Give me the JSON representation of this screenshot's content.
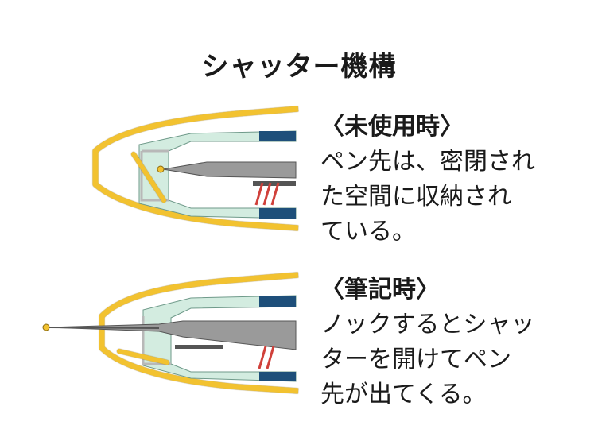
{
  "title": "シャッター機構",
  "states": [
    {
      "heading": "〈未使用時〉",
      "lines": [
        "ペン先は、密閉され",
        "た空間に収納され",
        "ている。"
      ]
    },
    {
      "heading": "〈筆記時〉",
      "lines": [
        "ノックするとシャッ",
        "ターを開けてペン",
        "先が出てくる。"
      ]
    }
  ],
  "colors": {
    "barrel_gold": "#f2c230",
    "barrel_gold_dark": "#8a6a10",
    "inner_mint": "#d3ece0",
    "mint_outline": "#6f9a8a",
    "blue_band": "#1e4f7a",
    "refill_gray": "#9a9a9a",
    "refill_gray_dark": "#555555",
    "spring_red": "#d0403a",
    "shutter_gray": "#b8b8b8"
  }
}
